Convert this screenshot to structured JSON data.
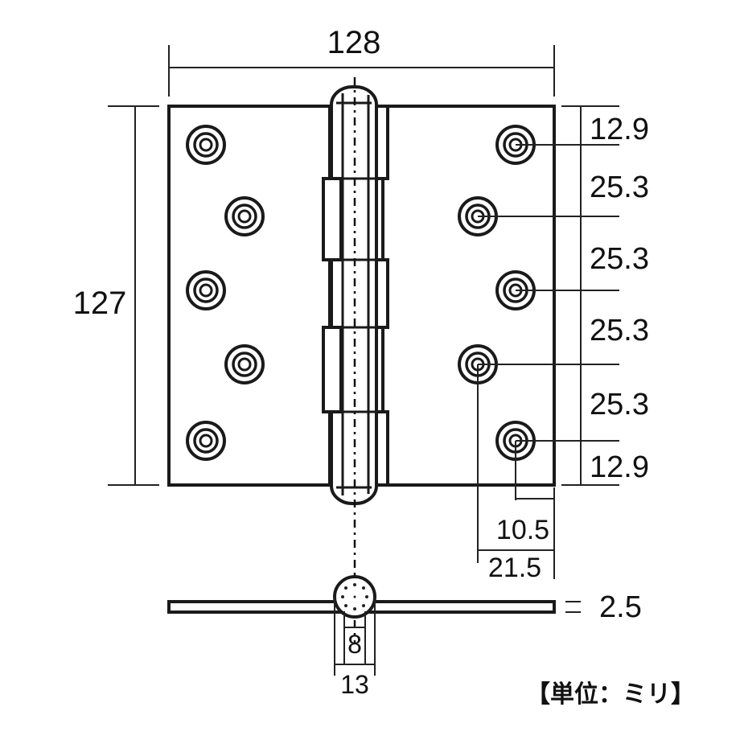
{
  "dimensions": {
    "overall_width": "128",
    "overall_height": "127",
    "hole_pitch_top": "12.9",
    "hole_pitch_1": "25.3",
    "hole_pitch_2": "25.3",
    "hole_pitch_3": "25.3",
    "hole_pitch_4": "25.3",
    "hole_pitch_bottom": "12.9",
    "edge_to_outer_hole": "10.5",
    "edge_to_inner_hole": "21.5",
    "plate_thickness": "2.5",
    "pin_diameter": "8",
    "knuckle_diameter": "13"
  },
  "units_label": "【単位：ミリ】"
}
